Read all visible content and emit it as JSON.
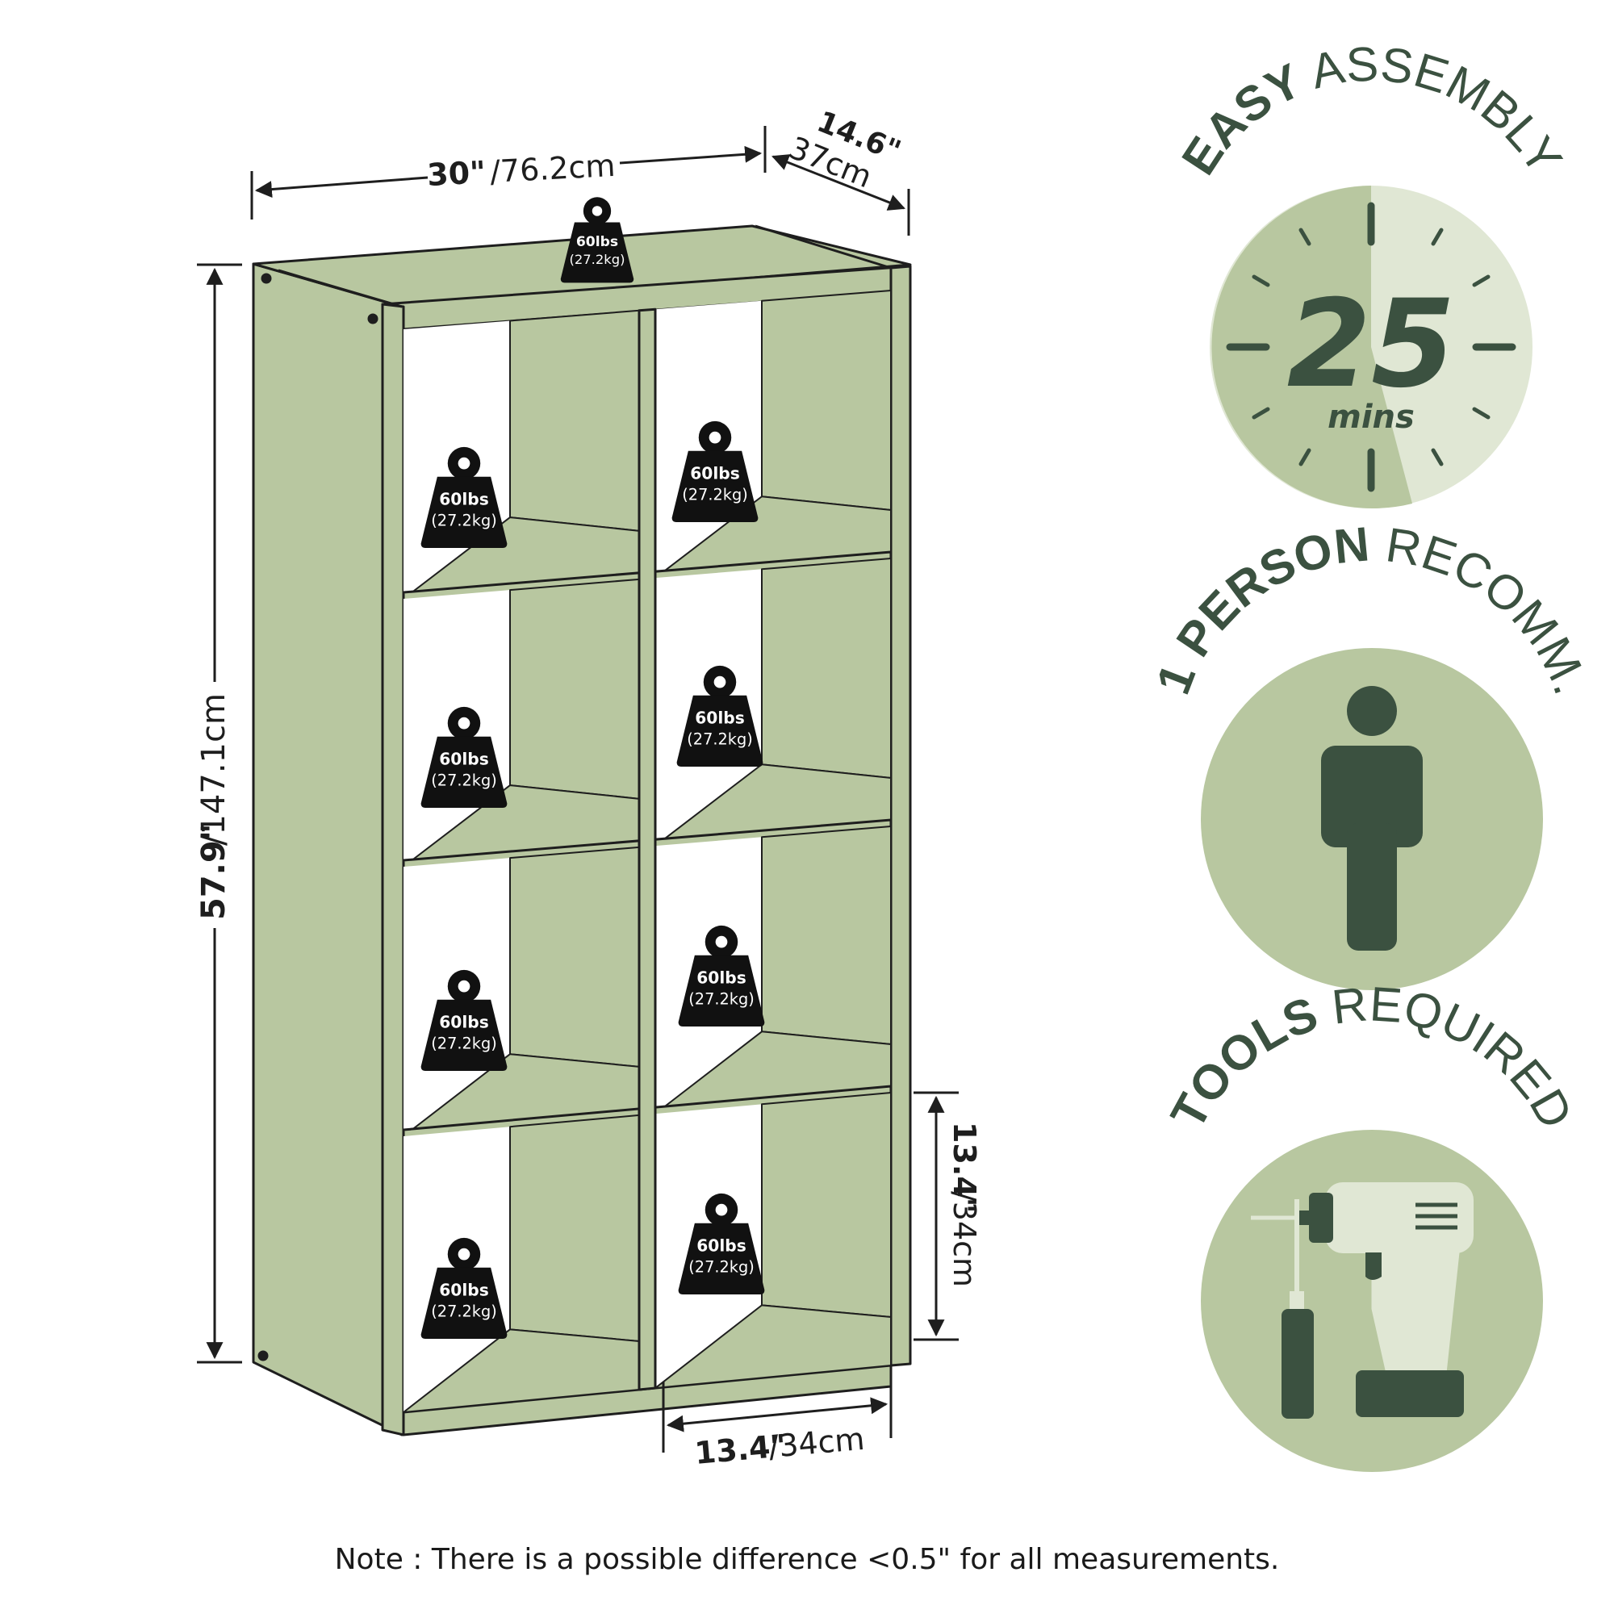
{
  "colors": {
    "sage": "#b8c7a0",
    "sage_light": "#e0e7d4",
    "dark_green": "#3b5140",
    "ink": "#1e1e1e",
    "weight_fill": "#111111"
  },
  "dimensions": {
    "width_in": "30\"",
    "width_cm": "/76.2cm",
    "depth_in": "14.6\"",
    "depth_cm": "37cm",
    "height_in": "57.9\"",
    "height_cm": "/147.1cm",
    "cube_height_in": "13.4\"",
    "cube_height_cm": "/34cm",
    "cube_width_in": "13.4\"",
    "cube_width_cm": "/34cm"
  },
  "weight_capacity": {
    "lbs": "60lbs",
    "kg": "(27.2kg)",
    "icon": "weight-icon"
  },
  "badges": [
    {
      "bold": "EASY",
      "rest": "ASSEMBLY",
      "value": "25",
      "unit": "mins",
      "icon": "clock-icon"
    },
    {
      "bold": "1 PERSON",
      "rest": "RECOMM.",
      "icon": "person-icon"
    },
    {
      "bold": "TOOLS",
      "rest": "REQUIRED",
      "icon": "drill-screwdriver-icon"
    }
  ],
  "note": "Note : There is a possible difference <0.5\" for all measurements."
}
